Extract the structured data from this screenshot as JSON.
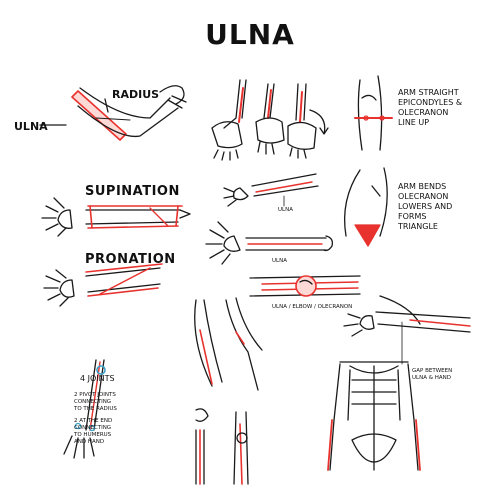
{
  "title": "ULNA",
  "labels": {
    "radius": "RADIUS",
    "ulna": "ULNA",
    "supination": "SUPINATION",
    "pronation": "PRONATION",
    "ulna_small": "ULNA",
    "ulna_small_2": "ULNA",
    "ulna_elbow_olecranon": "ULNA / ELBOW / OLECRANON",
    "gap": "GAP BETWEEN\nULNA & HAND",
    "joints_title": "4 JOINTS",
    "joints_note_1": "2 PIVOT JOINTS\nCONNECTING\nTO THE RADIUS",
    "joints_note_2": "2 AT THE END\nCONNECTING\nTO HUMERUS\nAND HAND",
    "arm_straight": "ARM STRAIGHT\nEPICONDYLES &\nOLECRANON\nLINE UP",
    "arm_bends": "ARM BENDS\nOLECRANON\nLOWERS AND\nFORMS\nTRIANGLE"
  },
  "colors": {
    "ink": "#1a1a1a",
    "ulna": "#e8322e",
    "accent_blue": "#3aa0c8"
  },
  "icons": [
    "arm-bone-sketch",
    "hand-skeleton-sketch",
    "skeleton-torso-sketch"
  ]
}
